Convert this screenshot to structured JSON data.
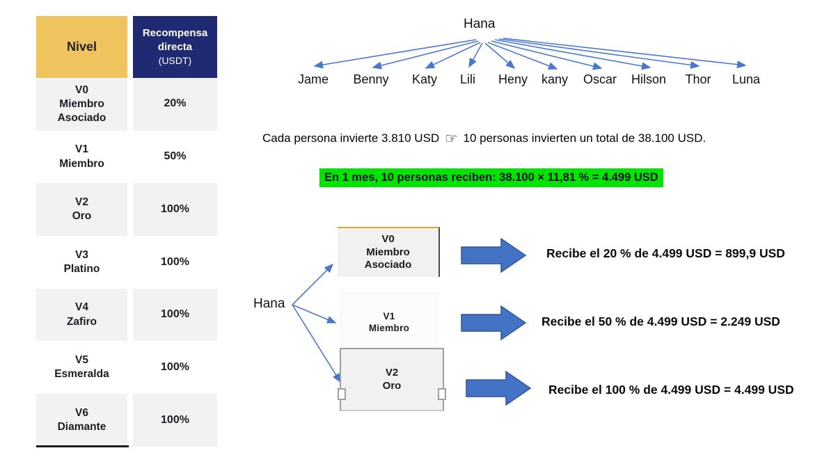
{
  "colors": {
    "header_gold": "#EFC45F",
    "header_navy": "#1F2A72",
    "row_gray": "#F2F2F2",
    "arrow_blue": "#4777D0",
    "block_arrow_blue": "#4472C4",
    "highlight_green": "#00E400"
  },
  "table": {
    "header": {
      "level": "Nivel",
      "reward_label": "Recompensa directa",
      "reward_sub": "(USDT)"
    },
    "rows": [
      {
        "code": "V0",
        "name": "Miembro Asociado",
        "reward": "20%"
      },
      {
        "code": "V1",
        "name": "Miembro",
        "reward": "50%"
      },
      {
        "code": "V2",
        "name": "Oro",
        "reward": "100%"
      },
      {
        "code": "V3",
        "name": "Platino",
        "reward": "100%"
      },
      {
        "code": "V4",
        "name": "Zafiro",
        "reward": "100%"
      },
      {
        "code": "V5",
        "name": "Esmeralda",
        "reward": "100%"
      },
      {
        "code": "V6",
        "name": "Diamante",
        "reward": "100%"
      }
    ]
  },
  "top_diagram": {
    "root": "Hana",
    "names": [
      "Jame",
      "Benny",
      "Katy",
      "Lili",
      "Heny",
      "kany",
      "Oscar",
      "Hilson",
      "Thor",
      "Luna"
    ]
  },
  "invest_line": {
    "before_icon": "Cada persona invierte 3.810 USD",
    "hand_glyph": "☞",
    "after_icon": "10 personas invierten un total de 38.100 USD."
  },
  "highlight_line": "En 1 mes, 10 personas reciben: 38.100 × 11,81 % = 4.499 USD",
  "bottom_diagram": {
    "root": "Hana",
    "boxes": [
      {
        "code": "V0",
        "name": "Miembro Asociado"
      },
      {
        "code": "V1",
        "name": "Miembro"
      },
      {
        "code": "V2",
        "name": "Oro"
      }
    ],
    "results": [
      "Recibe el 20 % de 4.499 USD = 899,9 USD",
      "Recibe el 50 % de 4.499 USD = 2.249 USD",
      "Recibe el 100 % de 4.499 USD = 4.499 USD"
    ]
  }
}
